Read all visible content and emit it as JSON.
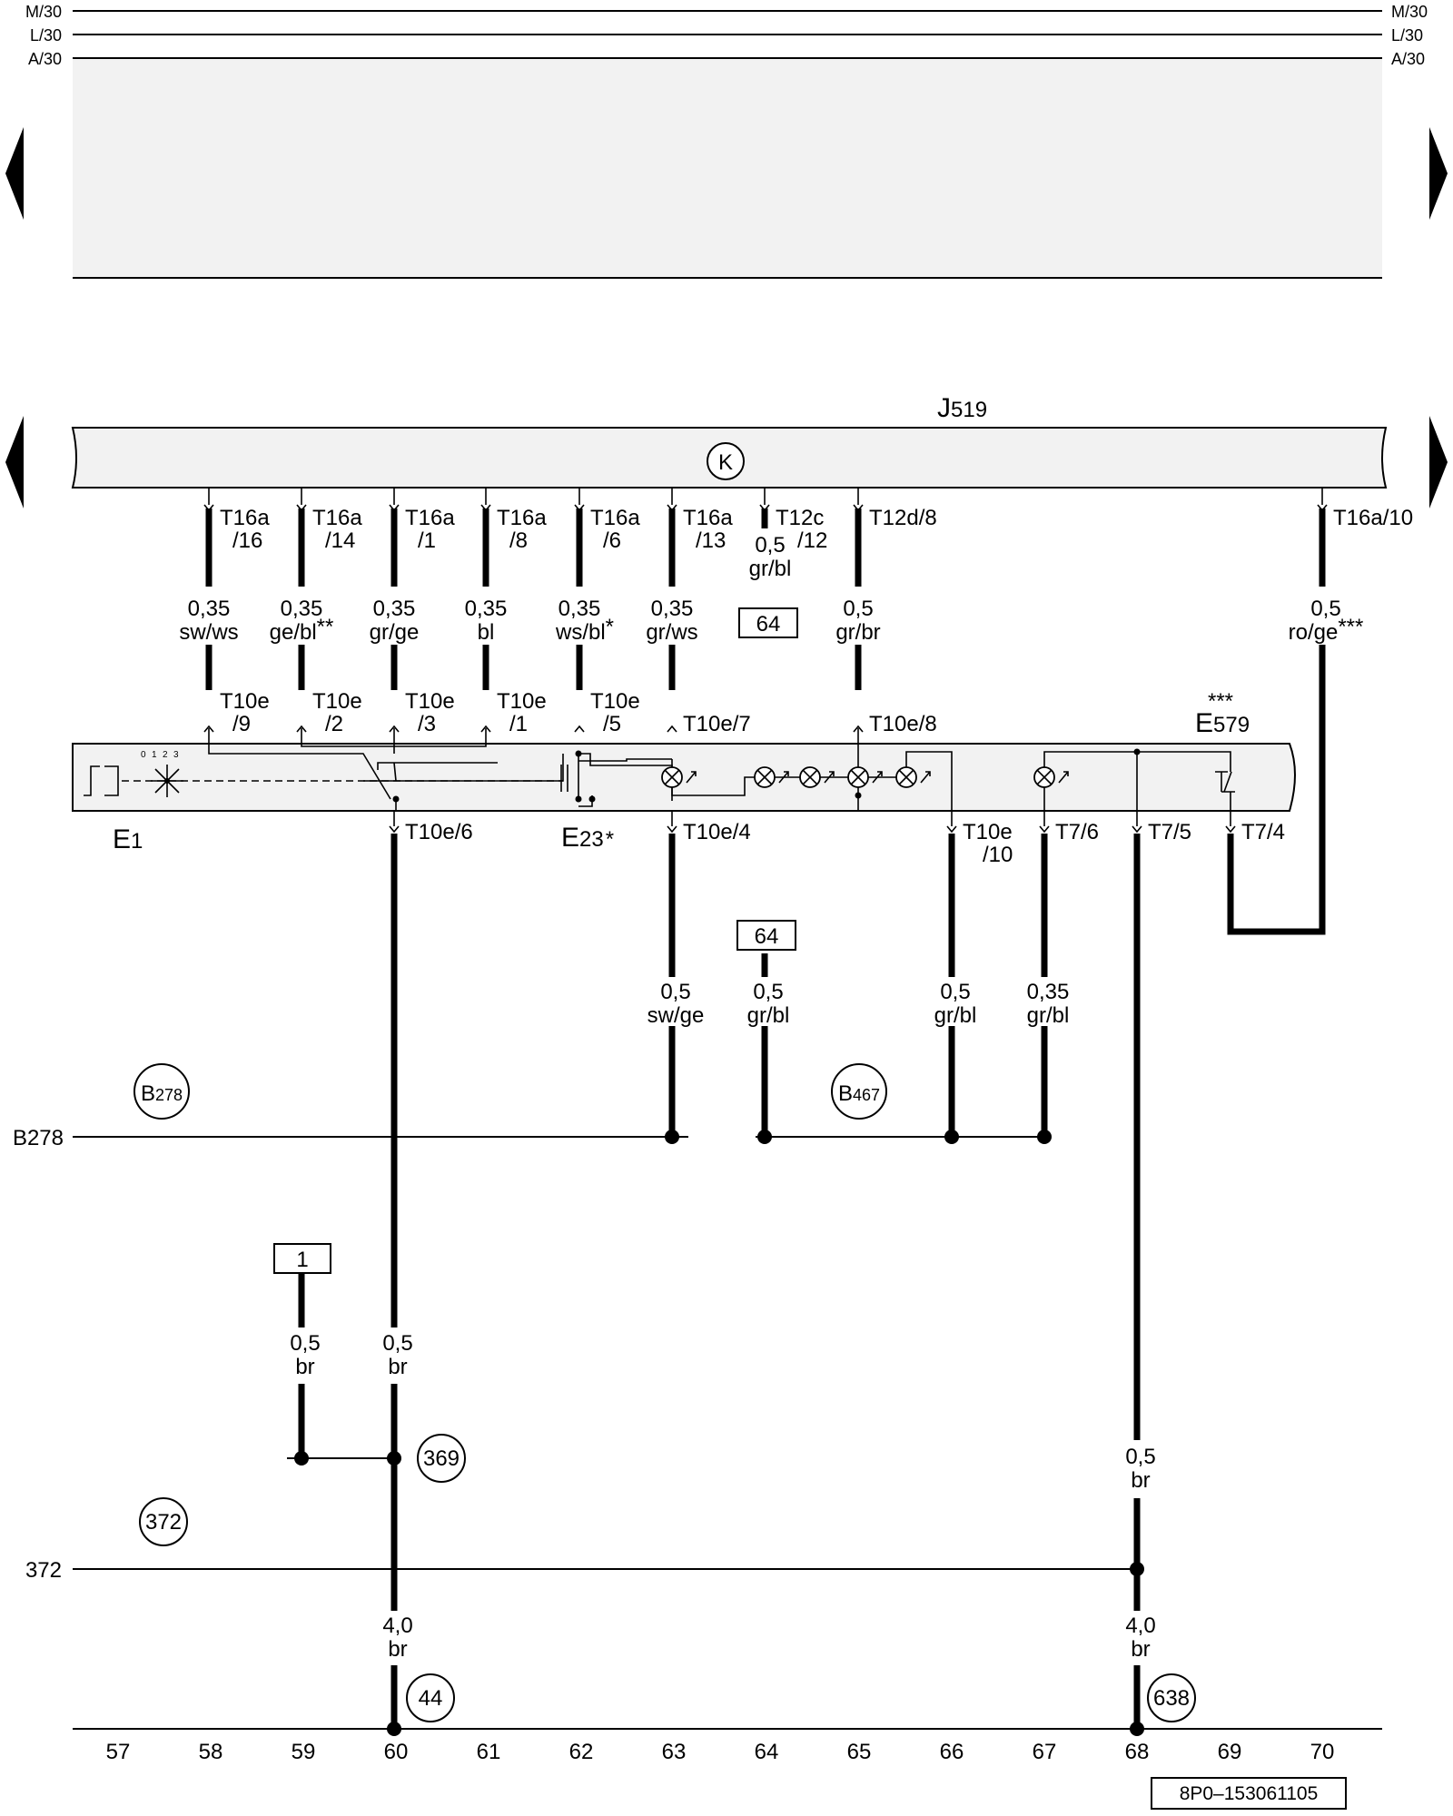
{
  "rails": {
    "top": [
      {
        "label_left": "M/30",
        "label_right": "M/30"
      },
      {
        "label_left": "L/30",
        "label_right": "L/30"
      },
      {
        "label_left": "A/30",
        "label_right": "A/30"
      }
    ],
    "b278": "B278",
    "r372": "372"
  },
  "components": {
    "j519": {
      "letter": "J",
      "sub": "519"
    },
    "e1": {
      "letter": "E",
      "sub": "1"
    },
    "e23": {
      "letter": "E",
      "sub": "23",
      "mark": "*"
    },
    "e579": {
      "letter": "E",
      "sub": "579",
      "mark": "***"
    },
    "k_symbol": "K",
    "switch_positions": [
      "0",
      "1",
      "2",
      "3"
    ]
  },
  "connectors_top": [
    {
      "l1": "T16a",
      "l2": "/16"
    },
    {
      "l1": "T16a",
      "l2": "/14"
    },
    {
      "l1": "T16a",
      "l2": "/1"
    },
    {
      "l1": "T16a",
      "l2": "/8"
    },
    {
      "l1": "T16a",
      "l2": "/6"
    },
    {
      "l1": "T16a",
      "l2": "/13"
    },
    {
      "l1": "T12c",
      "l2": "/12"
    },
    {
      "l1": "T12d/8",
      "l2": ""
    },
    {
      "l1": "T16a/10",
      "l2": ""
    }
  ],
  "wires_upper": [
    {
      "size": "0,35",
      "color": "sw/ws"
    },
    {
      "size": "0,35",
      "color": "ge/bl",
      "mark": "**"
    },
    {
      "size": "0,35",
      "color": "gr/ge"
    },
    {
      "size": "0,35",
      "color": "bl"
    },
    {
      "size": "0,35",
      "color": "ws/bl",
      "mark": "*"
    },
    {
      "size": "0,35",
      "color": "gr/ws"
    },
    {
      "size": "0,5",
      "color": "gr/bl"
    },
    {
      "size": "0,5",
      "color": "gr/br"
    },
    {
      "size": "0,5",
      "color": "ro/ge",
      "mark": "***"
    }
  ],
  "connectors_e_top": [
    {
      "l1": "T10e",
      "l2": "/9"
    },
    {
      "l1": "T10e",
      "l2": "/2"
    },
    {
      "l1": "T10e",
      "l2": "/3"
    },
    {
      "l1": "T10e",
      "l2": "/1"
    },
    {
      "l1": "T10e",
      "l2": "/5"
    },
    {
      "l1": "T10e/7",
      "l2": ""
    },
    {
      "l1": "T10e/8",
      "l2": ""
    }
  ],
  "connectors_bottom": [
    {
      "l1": "T10e/6",
      "l2": ""
    },
    {
      "l1": "T10e/4",
      "l2": ""
    },
    {
      "l1": "T10e",
      "l2": "/10"
    },
    {
      "l1": "T7/6",
      "l2": ""
    },
    {
      "l1": "T7/5",
      "l2": ""
    },
    {
      "l1": "T7/4",
      "l2": ""
    }
  ],
  "wires_lower": [
    {
      "size": "0,5",
      "color": "sw/ge"
    },
    {
      "size": "0,5",
      "color": "gr/bl"
    },
    {
      "size": "0,5",
      "color": "gr/bl"
    },
    {
      "size": "0,35",
      "color": "gr/bl"
    },
    {
      "size": "0,5",
      "color": "br"
    },
    {
      "size": "0,5",
      "color": "br"
    },
    {
      "size": "0,5",
      "color": "br"
    },
    {
      "size": "4,0",
      "color": "br"
    },
    {
      "size": "4,0",
      "color": "br"
    }
  ],
  "refs": {
    "box64a": "64",
    "box64b": "64",
    "box1": "1",
    "c_b278": {
      "letter": "B",
      "sub": "278"
    },
    "c_b467": {
      "letter": "B",
      "sub": "467"
    },
    "c369": "369",
    "c372": "372",
    "c44": "44",
    "c638": "638"
  },
  "track_numbers": [
    "57",
    "58",
    "59",
    "60",
    "61",
    "62",
    "63",
    "64",
    "65",
    "66",
    "67",
    "68",
    "69",
    "70"
  ],
  "doc_id": "8P0–153061105"
}
